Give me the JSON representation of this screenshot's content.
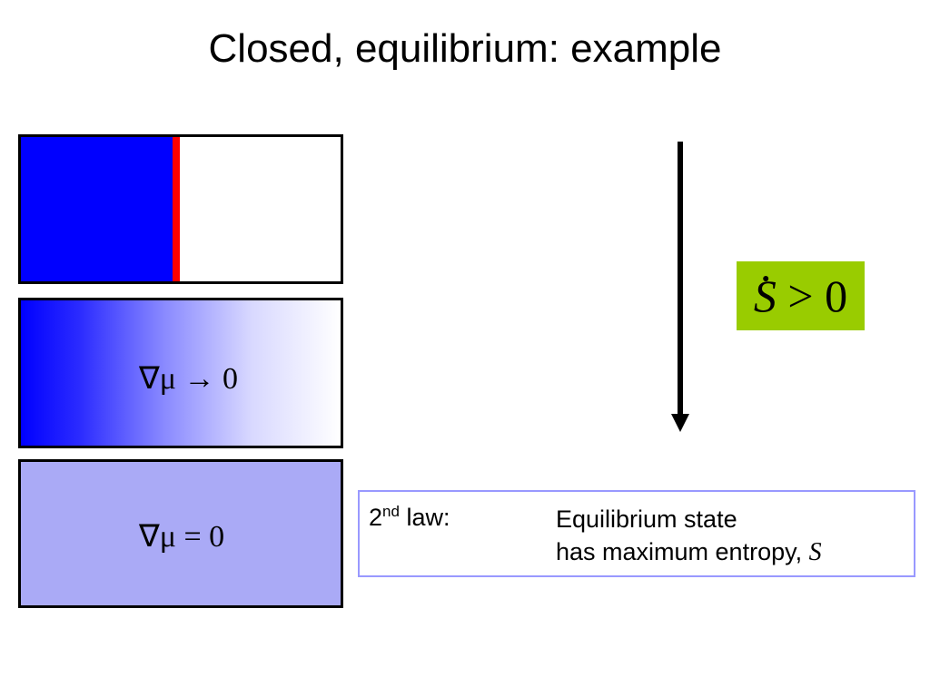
{
  "slide": {
    "title": "Closed, equilibrium: example"
  },
  "states": [
    {
      "formula": ""
    },
    {
      "formula": "∇μ → 0"
    },
    {
      "formula": "∇μ = 0"
    }
  ],
  "entropy": {
    "symbol": "S",
    "relation": " > 0"
  },
  "law": {
    "ordinal_number": "2",
    "ordinal_suffix": "nd",
    "label_rest": " law:",
    "line1": "Equilibrium state",
    "line2": "has maximum entropy, ",
    "symbol": "S"
  },
  "colors": {
    "full_blue": "#0000ff",
    "membrane_red": "#ff0000",
    "equilibrium_blue": "#aaaaf6",
    "badge_green": "#99cc00",
    "law_border": "#9999ff"
  }
}
